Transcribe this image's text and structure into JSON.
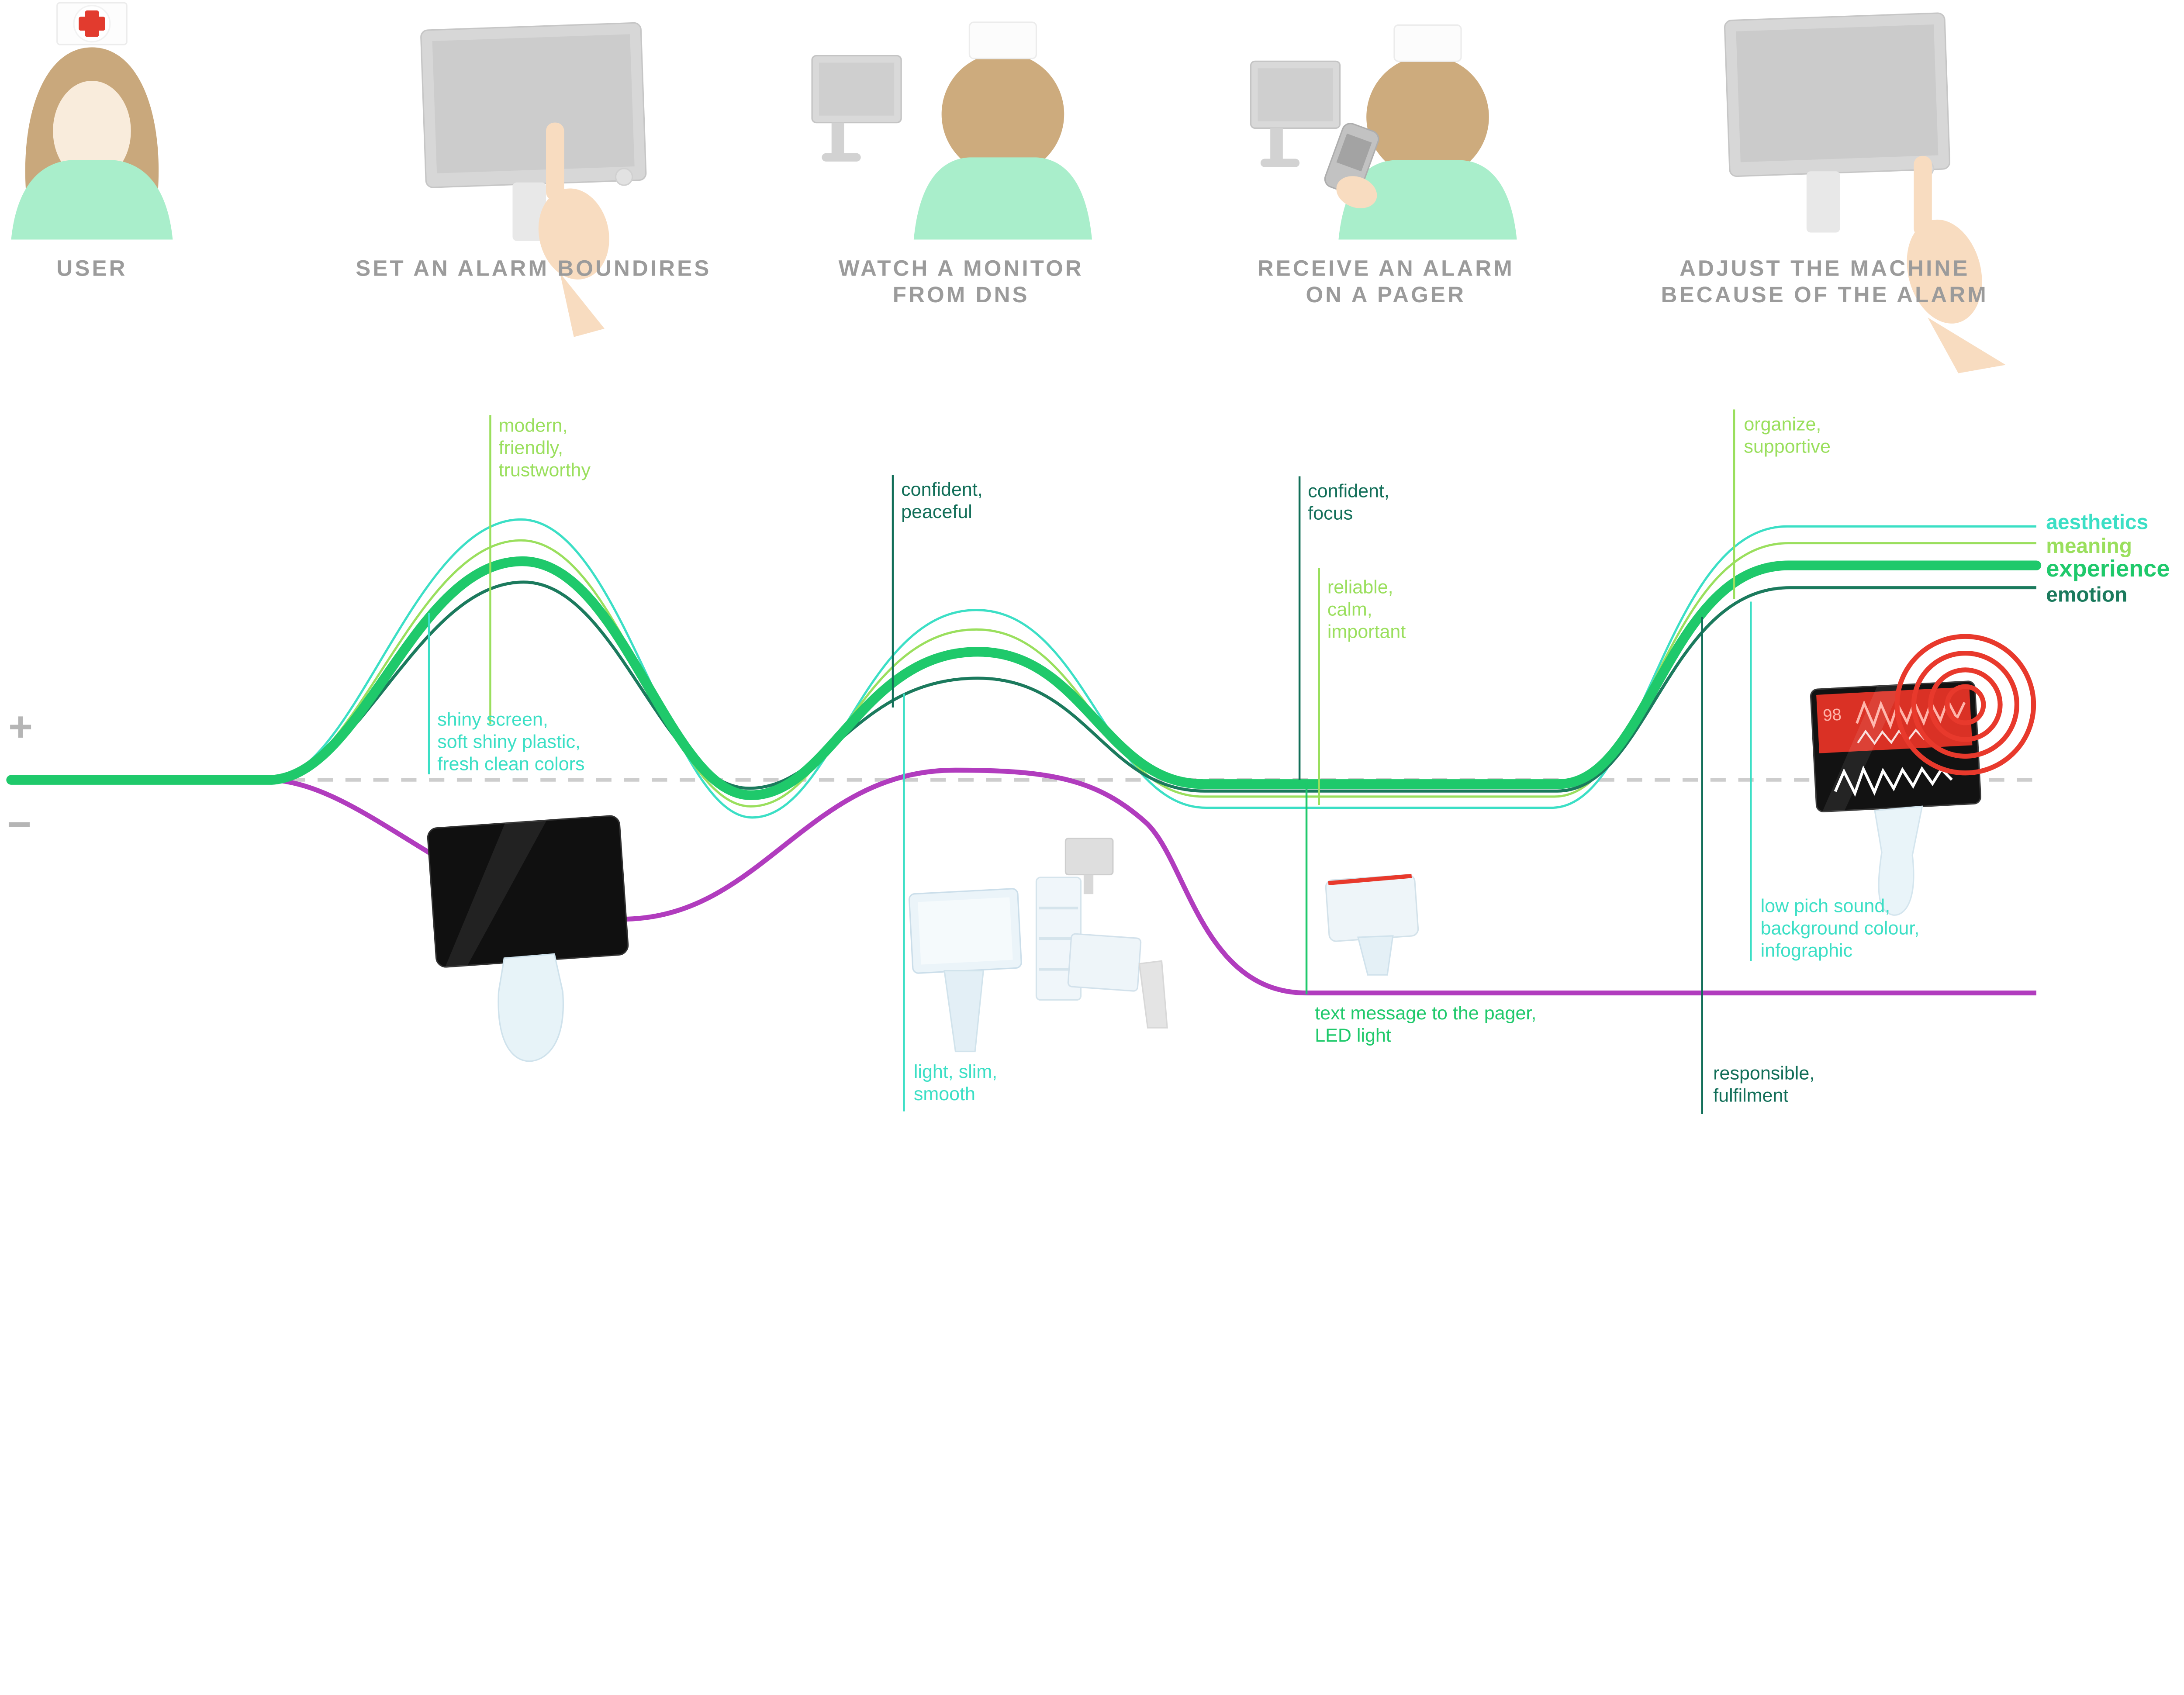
{
  "stages": [
    {
      "label_lines": [
        "USER"
      ]
    },
    {
      "label_lines": [
        "SET AN ALARM BOUNDIRES"
      ]
    },
    {
      "label_lines": [
        "WATCH A MONITOR",
        "FROM DNS"
      ]
    },
    {
      "label_lines": [
        "RECEIVE AN ALARM",
        "ON A PAGER"
      ]
    },
    {
      "label_lines": [
        "ADJUST THE MACHINE",
        "BECAUSE OF THE ALARM"
      ]
    }
  ],
  "legend": [
    {
      "label": "aesthetics",
      "color": "#3BDFC5"
    },
    {
      "label": "meaning",
      "color": "#9ADF5D"
    },
    {
      "label": "experience",
      "color": "#1FC96B"
    },
    {
      "label": "emotion",
      "color": "#1B7A5D"
    }
  ],
  "axis": {
    "plus": "+",
    "minus": "−"
  },
  "annotations": [
    {
      "id": "modern",
      "color": "#9ADF5D",
      "lines": [
        "modern,",
        "friendly,",
        "trustworthy"
      ]
    },
    {
      "id": "shiny-screen",
      "color": "#3BDFC5",
      "lines": [
        "shiny screen,",
        "soft shiny plastic,",
        "fresh clean colors"
      ]
    },
    {
      "id": "confident-peaceful",
      "color": "#116E58",
      "lines": [
        "confident,",
        "peaceful"
      ]
    },
    {
      "id": "light-slim",
      "color": "#3BDFC5",
      "lines": [
        "light, slim,",
        "smooth"
      ]
    },
    {
      "id": "confident-focus",
      "color": "#116E58",
      "lines": [
        "confident,",
        "focus"
      ]
    },
    {
      "id": "reliable",
      "color": "#9ADF5D",
      "lines": [
        "reliable,",
        "calm,",
        "important"
      ]
    },
    {
      "id": "text-message",
      "color": "#1FC96B",
      "lines": [
        "text message to the pager,",
        "LED light"
      ]
    },
    {
      "id": "organize",
      "color": "#9ADF5D",
      "lines": [
        "organize,",
        "supportive"
      ]
    },
    {
      "id": "low-pich-sound",
      "color": "#3BDFC5",
      "lines": [
        "low pich sound,",
        "background colour,",
        "infographic"
      ]
    },
    {
      "id": "responsible",
      "color": "#116E58",
      "lines": [
        "responsible,",
        "fulfilment"
      ]
    }
  ],
  "alarm_monitor": {
    "reading": "98"
  },
  "curves": {
    "baseline": {
      "style": "dashed",
      "color": "#CDCDCD"
    },
    "series": [
      {
        "name": "aesthetics",
        "color": "#3BDFC5"
      },
      {
        "name": "meaning",
        "color": "#9ADF5D"
      },
      {
        "name": "experience",
        "color": "#1FC96B"
      },
      {
        "name": "emotion",
        "color": "#1B7A5D"
      },
      {
        "name": "unlabeled-magenta",
        "color": "#B13CBE"
      }
    ]
  },
  "colors": {
    "aesthetics_cyan": "#3BDFC5",
    "meaning_lightgreen": "#9ADF5D",
    "experience_green": "#1FC96B",
    "emotion_darkgreen": "#1B7A5D",
    "magenta": "#B13CBE",
    "alarm_red": "#E8392C",
    "baseline_gray": "#CDCDCD",
    "label_gray": "#9B9B9B",
    "mint": "#A9EECB",
    "skin": "#F8DCC0",
    "hair_tan": "#CBAA7D",
    "monitor_gray": "#D7D7D7"
  }
}
